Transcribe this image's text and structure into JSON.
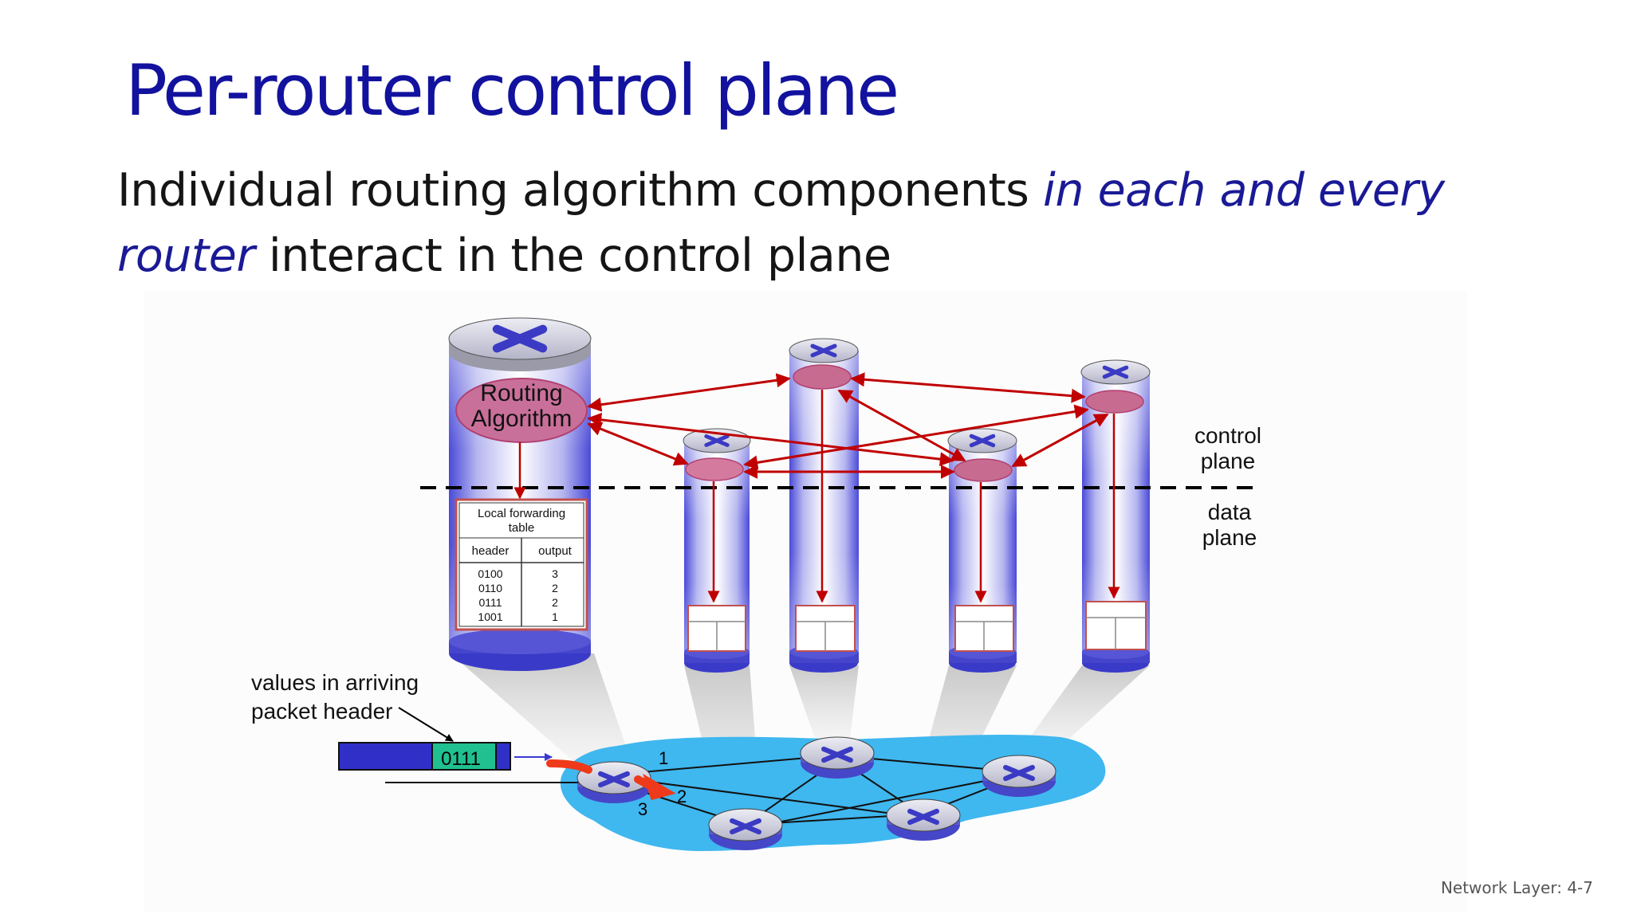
{
  "slide": {
    "title": "Per-router control plane",
    "subtitle_part1": "Individual routing algorithm components ",
    "subtitle_emph1": "in each and every",
    "subtitle_emph2": "router",
    "subtitle_part2": " interact in the control plane",
    "footer": "Network Layer: 4-7"
  },
  "diagram": {
    "routing_algorithm_line1": "Routing",
    "routing_algorithm_line2": "Algorithm",
    "control_plane_line1": "control",
    "control_plane_line2": "plane",
    "data_plane_line1": "data",
    "data_plane_line2": "plane",
    "forwarding_table": {
      "title_line1": "Local forwarding",
      "title_line2": "table",
      "columns": [
        "header",
        "output"
      ],
      "rows": [
        {
          "header": "0100",
          "output": "3"
        },
        {
          "header": "0110",
          "output": "2"
        },
        {
          "header": "0111",
          "output": "2"
        },
        {
          "header": "1001",
          "output": "1"
        }
      ]
    },
    "packet_label_line1": "values in arriving",
    "packet_label_line2": "packet header",
    "packet_value": "0111",
    "port_labels": [
      "1",
      "2",
      "3"
    ]
  },
  "colors": {
    "title": "#12129e",
    "emphasis": "#1a1a96",
    "arrow": "#c00000",
    "router_blue": "#3a3ad0",
    "network_cloud": "#3fb7ef",
    "packet_header": "#20c090"
  }
}
